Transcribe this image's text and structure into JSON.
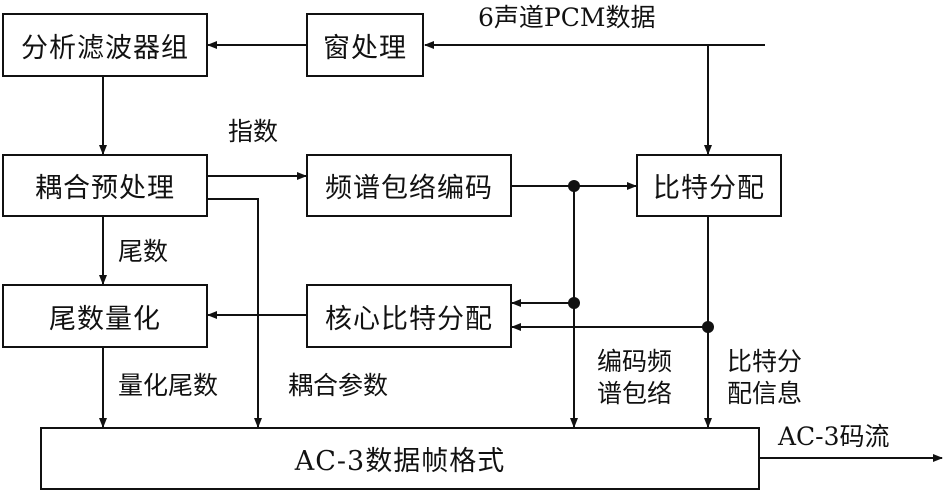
{
  "boxes": {
    "analysis_filterbank": "分析滤波器组",
    "window_processing": "窗处理",
    "coupling_preprocessing": "耦合预处理",
    "spectral_envelope_coding": "频谱包络编码",
    "bit_allocation": "比特分配",
    "mantissa_quantization": "尾数量化",
    "core_bit_allocation": "核心比特分配",
    "frame_format": "AC-3数据帧格式"
  },
  "labels": {
    "pcm_input": "6声道PCM数据",
    "exponent": "指数",
    "mantissa": "尾数",
    "quantized_mantissa": "量化尾数",
    "coupling_params": "耦合参数",
    "coded_envelope": "编码频谱包络",
    "bit_alloc_info": "比特分配信息",
    "output_stream": "AC-3码流"
  },
  "colors": {
    "stroke": "#111111",
    "background": "#ffffff"
  }
}
